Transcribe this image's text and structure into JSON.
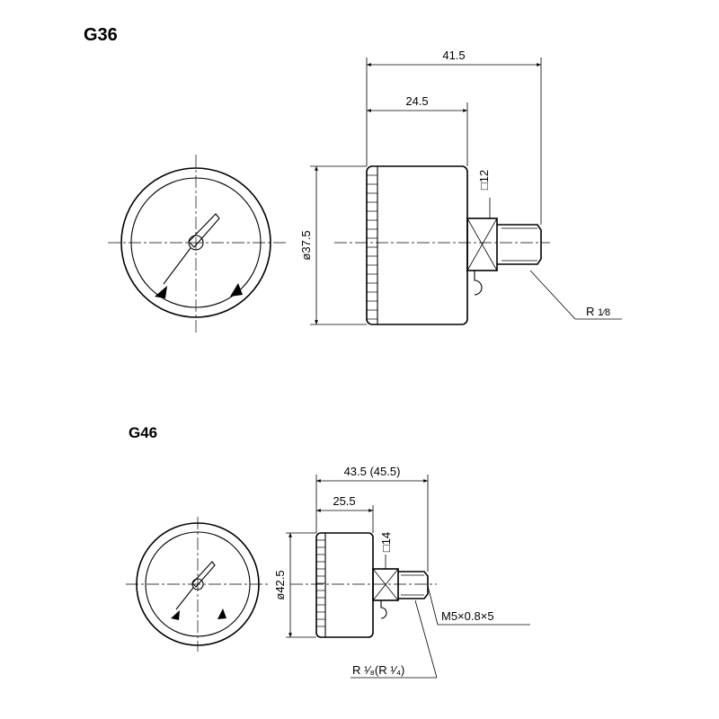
{
  "models": [
    {
      "name": "G36",
      "dimensions": {
        "overall_length": "41.5",
        "body_length": "24.5",
        "diameter": "ø37.5",
        "hex_size": "□12",
        "thread": "R",
        "thread_fraction": "1⁄8"
      }
    },
    {
      "name": "G46",
      "dimensions": {
        "overall_length": "43.5 (45.5)",
        "body_length": "25.5",
        "diameter": "ø42.5",
        "hex_size": "□14",
        "thread": "R ¹⁄₈(R ¹⁄₄)",
        "internal_thread": "M5×0.8×5"
      }
    }
  ]
}
